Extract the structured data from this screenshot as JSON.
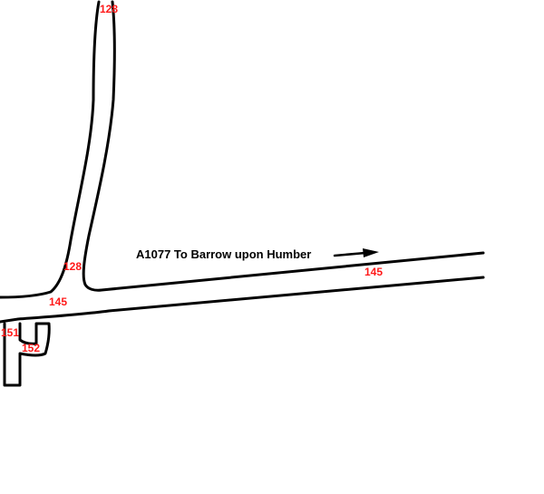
{
  "colors": {
    "road_outline": "#000000",
    "road_number_label": "#ff1a1a",
    "direction_text": "#000000",
    "background": "#ffffff"
  },
  "labels": {
    "road_128_top": "128",
    "road_128_junction": "128",
    "road_145_junction": "145",
    "road_145_east": "145",
    "road_151": "151",
    "road_152": "152"
  },
  "direction_sign": {
    "text": "A1077 To Barrow upon Humber",
    "arrow_icon": "right-arrow-icon"
  }
}
